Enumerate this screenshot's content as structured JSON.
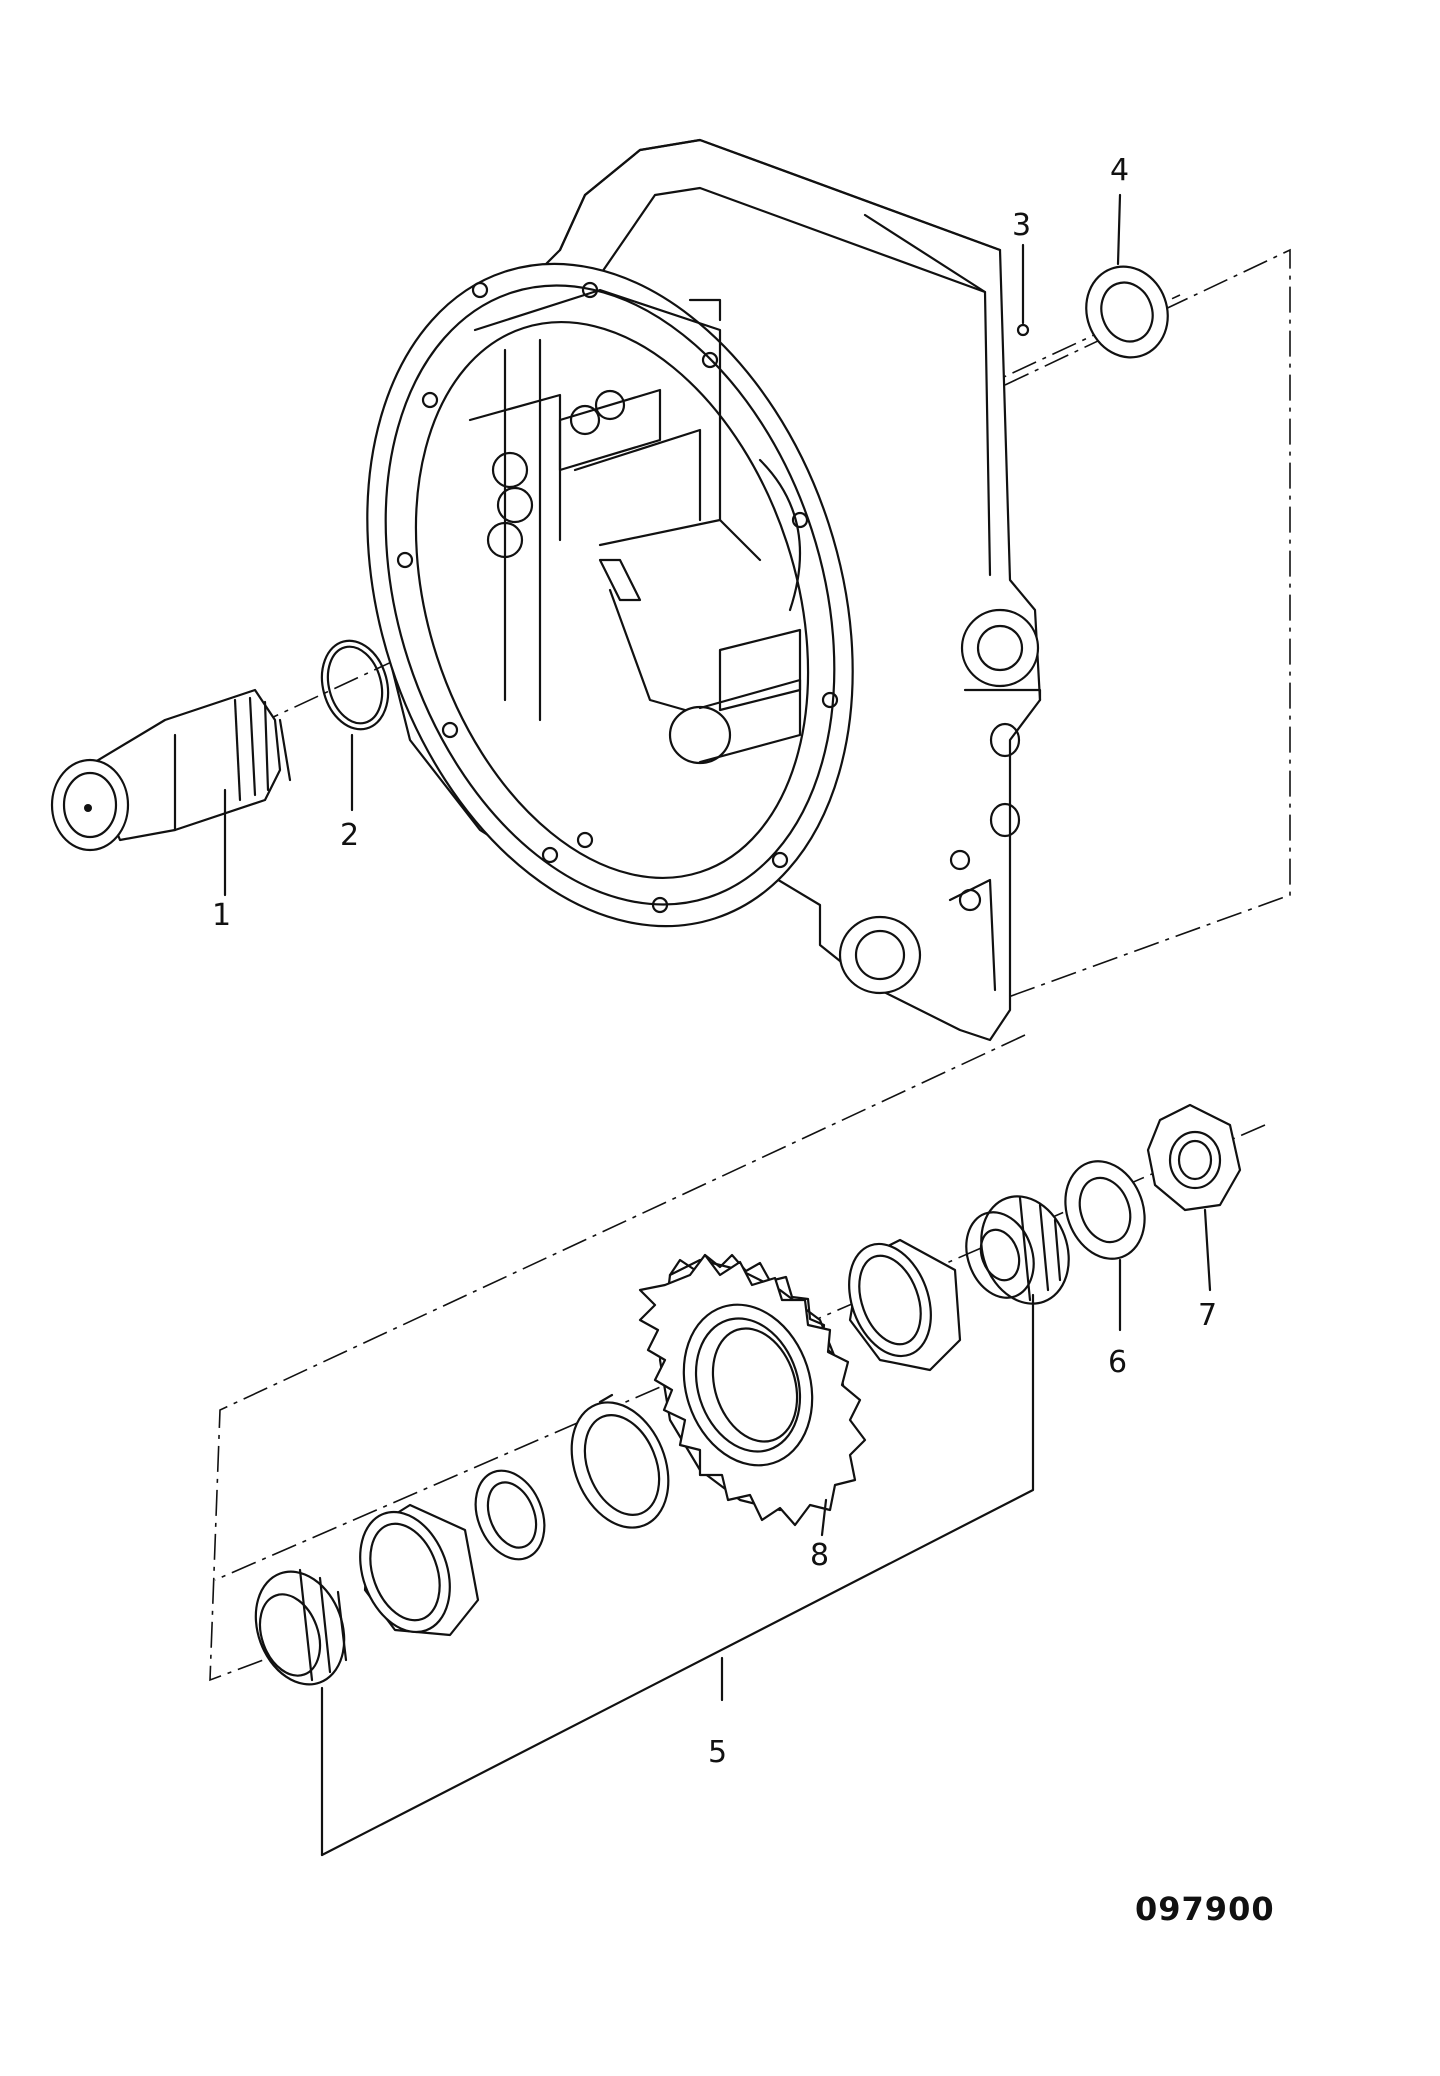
{
  "callouts": [
    {
      "id": "1",
      "text": "1"
    },
    {
      "id": "2",
      "text": "2"
    },
    {
      "id": "3",
      "text": "3"
    },
    {
      "id": "4",
      "text": "4"
    },
    {
      "id": "5",
      "text": "5"
    },
    {
      "id": "6",
      "text": "6"
    },
    {
      "id": "7",
      "text": "7"
    },
    {
      "id": "8",
      "text": "8"
    }
  ],
  "figure_number": "097900"
}
